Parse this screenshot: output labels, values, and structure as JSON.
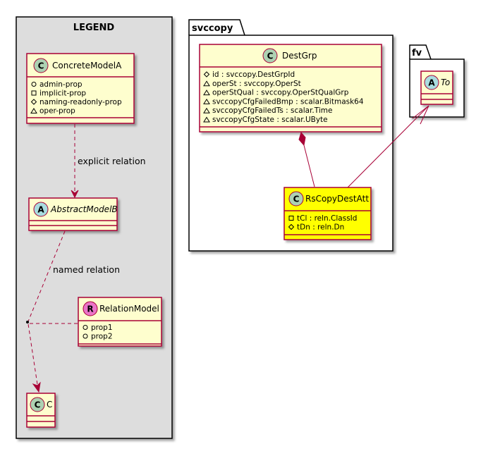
{
  "legend": {
    "title": "LEGEND",
    "concrete": {
      "name": "ConcreteModelA",
      "stereotype": "C",
      "attrs": [
        {
          "vis": "+",
          "text": "admin-prop"
        },
        {
          "vis": "-",
          "text": "implicit-prop"
        },
        {
          "vis": "#",
          "text": "naming-readonly-prop"
        },
        {
          "vis": "~",
          "text": "oper-prop"
        }
      ]
    },
    "abstract": {
      "name": "AbstractModelB",
      "stereotype": "A"
    },
    "relation": {
      "name": "RelationModel",
      "stereotype": "R",
      "attrs": [
        {
          "vis": "+",
          "text": "prop1"
        },
        {
          "vis": "+",
          "text": "prop2"
        }
      ]
    },
    "c": {
      "name": "C",
      "stereotype": "C"
    },
    "explicit_label": "explicit relation",
    "named_label": "named relation"
  },
  "svccopy": {
    "title": "svccopy",
    "destgrp": {
      "name": "DestGrp",
      "stereotype": "C",
      "attrs": [
        {
          "vis": "#",
          "text": "id : svccopy.DestGrpId"
        },
        {
          "vis": "~",
          "text": "operSt : svccopy.OperSt"
        },
        {
          "vis": "~",
          "text": "operStQual : svccopy.OperStQualGrp"
        },
        {
          "vis": "~",
          "text": "svccopyCfgFailedBmp : scalar.Bitmask64"
        },
        {
          "vis": "~",
          "text": "svccopyCfgFailedTs : scalar.Time"
        },
        {
          "vis": "~",
          "text": "svccopyCfgState : scalar.UByte"
        }
      ]
    },
    "rscopy": {
      "name": "RsCopyDestAtt",
      "stereotype": "C",
      "attrs": [
        {
          "vis": "-",
          "text": "tCl : reln.ClassId"
        },
        {
          "vis": "#",
          "text": "tDn : reln.Dn"
        }
      ]
    }
  },
  "fv": {
    "title": "fv",
    "to": {
      "name": "To",
      "stereotype": "A"
    }
  },
  "colors": {
    "class_fill": "#FEFECE",
    "class_border": "#A80036",
    "highlight_fill": "#FFFF00",
    "legend_bg": "#DDDDDD",
    "c_circle": "#ADD1B2",
    "a_circle": "#A9DCDF",
    "r_circle": "#EB74C8"
  }
}
